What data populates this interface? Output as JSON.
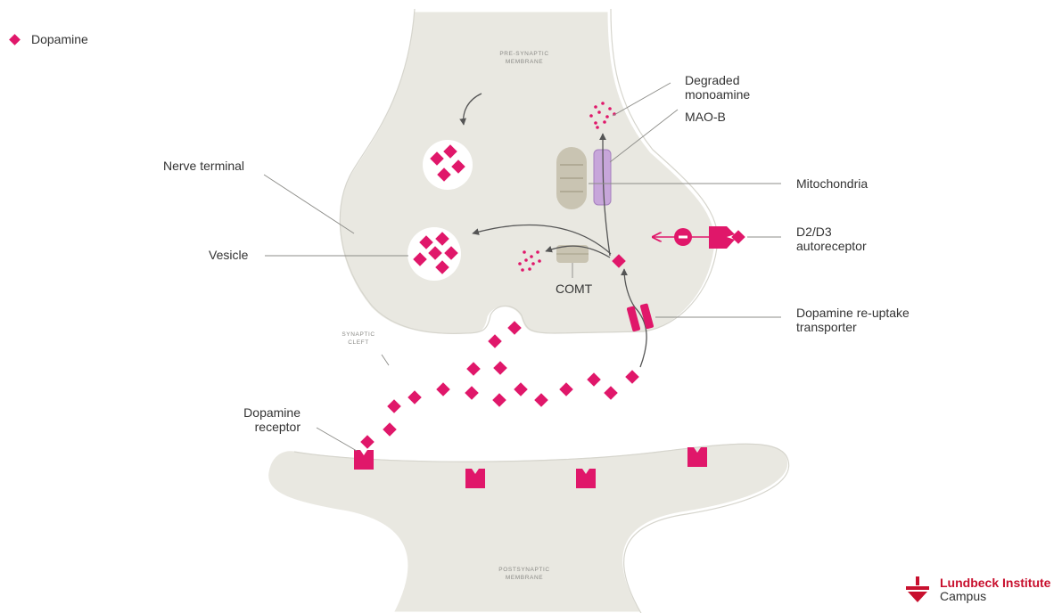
{
  "legend": {
    "label": "Dopamine"
  },
  "membranes": {
    "pre_synaptic": [
      "PRE-SYNAPTIC",
      "MEMBRANE"
    ],
    "synaptic_cleft": [
      "SYNAPTIC",
      "CLEFT"
    ],
    "postsynaptic": [
      "POSTSYNAPTIC",
      "MEMBRANE"
    ]
  },
  "labels": {
    "degraded_monoamine": [
      "Degraded",
      "monoamine"
    ],
    "mao_b": "MAO-B",
    "nerve_terminal": "Nerve terminal",
    "mitochondria": "Mitochondria",
    "autoreceptor": [
      "D2/D3",
      "autoreceptor"
    ],
    "vesicle": "Vesicle",
    "comt": "COMT",
    "reuptake_transporter": [
      "Dopamine re-uptake",
      "transporter"
    ],
    "dopamine_receptor": [
      "Dopamine",
      "receptor"
    ]
  },
  "brand": {
    "name": "Lundbeck Institute",
    "sub": "Campus"
  },
  "colors": {
    "dopamine": "#e0176a",
    "membrane_fill": "#e9e8e1",
    "mitochondria": "#c9c4b2",
    "mao_b": "#c7a6da",
    "brand": "#c8102e"
  }
}
